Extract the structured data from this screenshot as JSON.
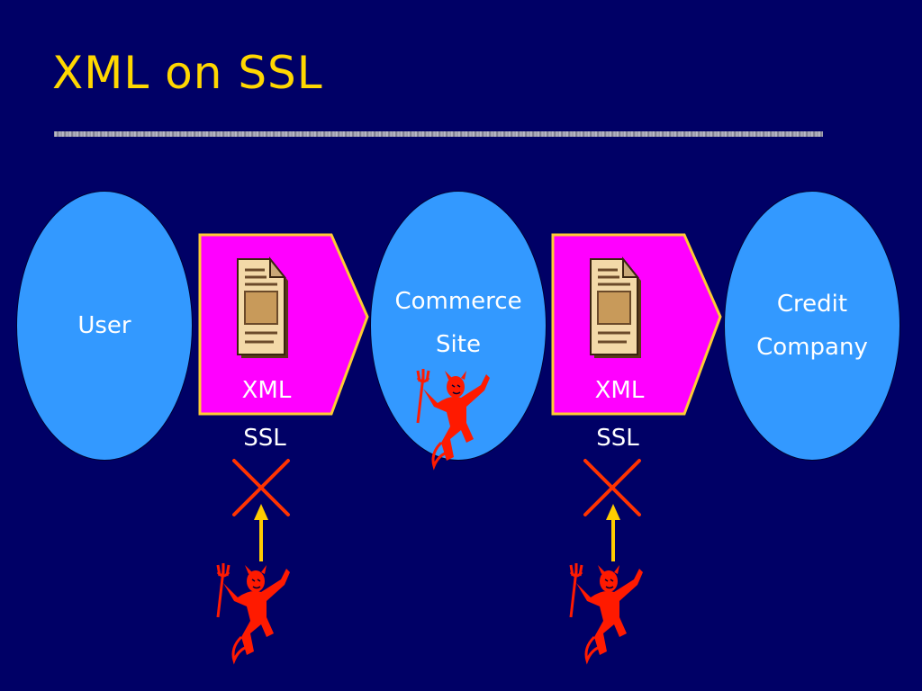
{
  "title": "XML on SSL",
  "nodes": {
    "user": [
      "User"
    ],
    "commerce": [
      "Commerce",
      "Site"
    ],
    "credit": [
      "Credit",
      "Company"
    ]
  },
  "links": [
    {
      "doc_label": "XML",
      "channel_label": "SSL"
    },
    {
      "doc_label": "XML",
      "channel_label": "SSL"
    }
  ],
  "colors": {
    "background": "#000066",
    "title": "#ffd700",
    "node_fill": "#3399ff",
    "arrow_fill": "#ff00ff",
    "arrow_border": "#ffcc33",
    "attacker": "#ff1a00",
    "blocked_mark": "#ff3300",
    "attack_arrow": "#ffcc00"
  },
  "icons": [
    "document-icon",
    "devil-icon",
    "blocked-x-icon",
    "up-arrow-icon"
  ]
}
